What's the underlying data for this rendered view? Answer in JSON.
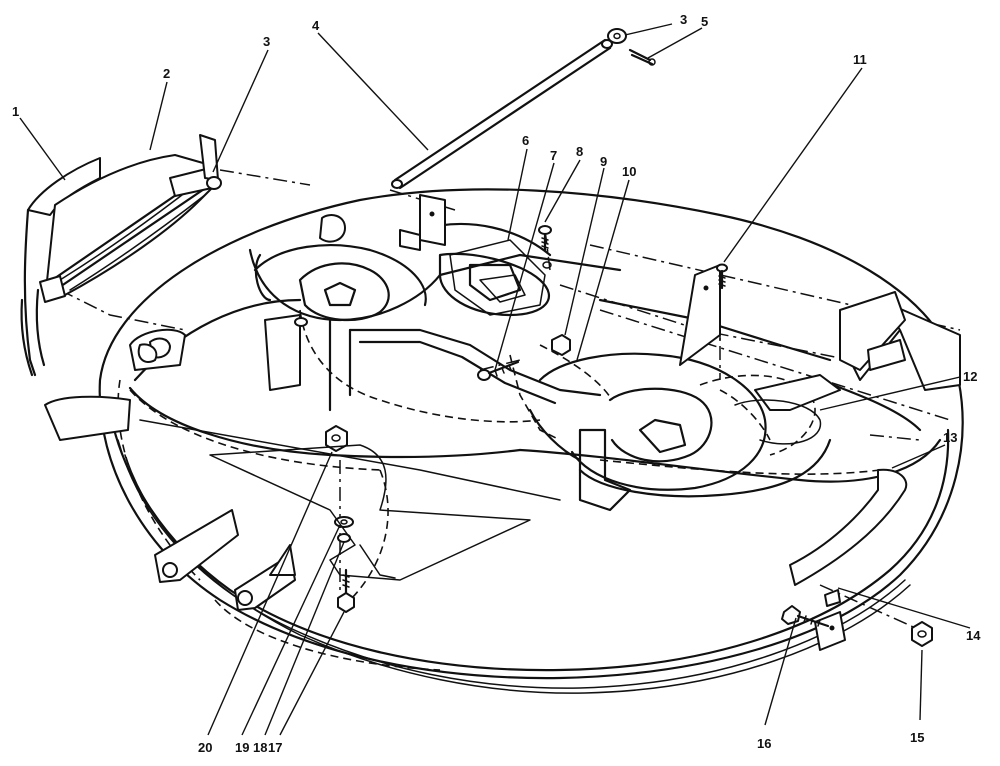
{
  "diagram": {
    "callouts": [
      {
        "id": "c1",
        "text": "1"
      },
      {
        "id": "c2",
        "text": "2"
      },
      {
        "id": "c3a",
        "text": "3"
      },
      {
        "id": "c3b",
        "text": "3"
      },
      {
        "id": "c4",
        "text": "4"
      },
      {
        "id": "c5",
        "text": "5"
      },
      {
        "id": "c6",
        "text": "6"
      },
      {
        "id": "c7",
        "text": "7"
      },
      {
        "id": "c8",
        "text": "8"
      },
      {
        "id": "c9",
        "text": "9"
      },
      {
        "id": "c10",
        "text": "10"
      },
      {
        "id": "c11",
        "text": "11"
      },
      {
        "id": "c12",
        "text": "12"
      },
      {
        "id": "c13",
        "text": "13"
      },
      {
        "id": "c14",
        "text": "14"
      },
      {
        "id": "c15",
        "text": "15"
      },
      {
        "id": "c16",
        "text": "16"
      },
      {
        "id": "c17",
        "text": "17"
      },
      {
        "id": "c18",
        "text": "18"
      },
      {
        "id": "c19",
        "text": "19"
      },
      {
        "id": "c20",
        "text": "20"
      }
    ]
  }
}
